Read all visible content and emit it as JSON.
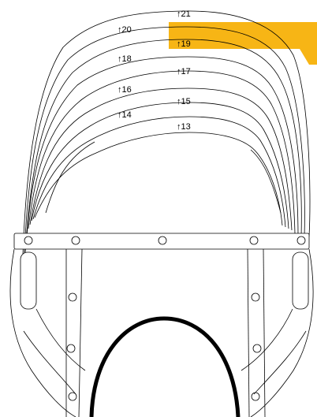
{
  "diagram": {
    "highlight_color": "#F7B515",
    "labels": {
      "s21": "21",
      "s20": "20",
      "s19": "19",
      "s18": "18",
      "s17": "17",
      "s16": "16",
      "s15": "15",
      "s14": "14",
      "s13": "13"
    },
    "arrow_glyph": "↑"
  }
}
